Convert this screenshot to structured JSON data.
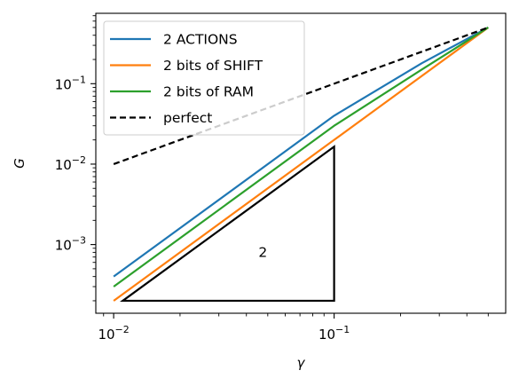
{
  "chart_data": {
    "type": "line",
    "x_scale": "log",
    "y_scale": "log",
    "xlim": [
      0.0083,
      0.6
    ],
    "ylim": [
      0.00014,
      0.75
    ],
    "xlabel": "γ",
    "ylabel": "G",
    "grid": false,
    "legend_position": "upper-left",
    "x_ticks": [
      {
        "value": 0.01,
        "base": "10",
        "exp": "−2"
      },
      {
        "value": 0.1,
        "base": "10",
        "exp": "−1"
      }
    ],
    "y_ticks": [
      {
        "value": 0.001,
        "base": "10",
        "exp": "−3"
      },
      {
        "value": 0.01,
        "base": "10",
        "exp": "−2"
      },
      {
        "value": 0.1,
        "base": "10",
        "exp": "−1"
      }
    ],
    "series": [
      {
        "name": "2 ACTIONS",
        "color": "#1f77b4",
        "dash": "solid",
        "x": [
          0.01,
          0.1,
          0.25,
          0.5
        ],
        "y": [
          0.0004,
          0.04,
          0.18,
          0.5
        ]
      },
      {
        "name": "2 bits of SHIFT",
        "color": "#ff7f0e",
        "dash": "solid",
        "x": [
          0.01,
          0.1,
          0.5
        ],
        "y": [
          0.0002,
          0.02,
          0.5
        ]
      },
      {
        "name": "2 bits of RAM",
        "color": "#2ca02c",
        "dash": "solid",
        "x": [
          0.01,
          0.1,
          0.25,
          0.5
        ],
        "y": [
          0.0003,
          0.03,
          0.15,
          0.5
        ]
      },
      {
        "name": "perfect",
        "color": "#000000",
        "dash": "dashed",
        "x": [
          0.01,
          0.5
        ],
        "y": [
          0.01,
          0.5
        ]
      }
    ],
    "annotations": [
      {
        "type": "slope-triangle",
        "color": "#000000",
        "points": [
          [
            0.011,
            0.0002
          ],
          [
            0.1,
            0.0002
          ],
          [
            0.1,
            0.0165
          ]
        ],
        "label": "2",
        "label_x": 0.0475,
        "label_y": 0.0008
      }
    ]
  }
}
